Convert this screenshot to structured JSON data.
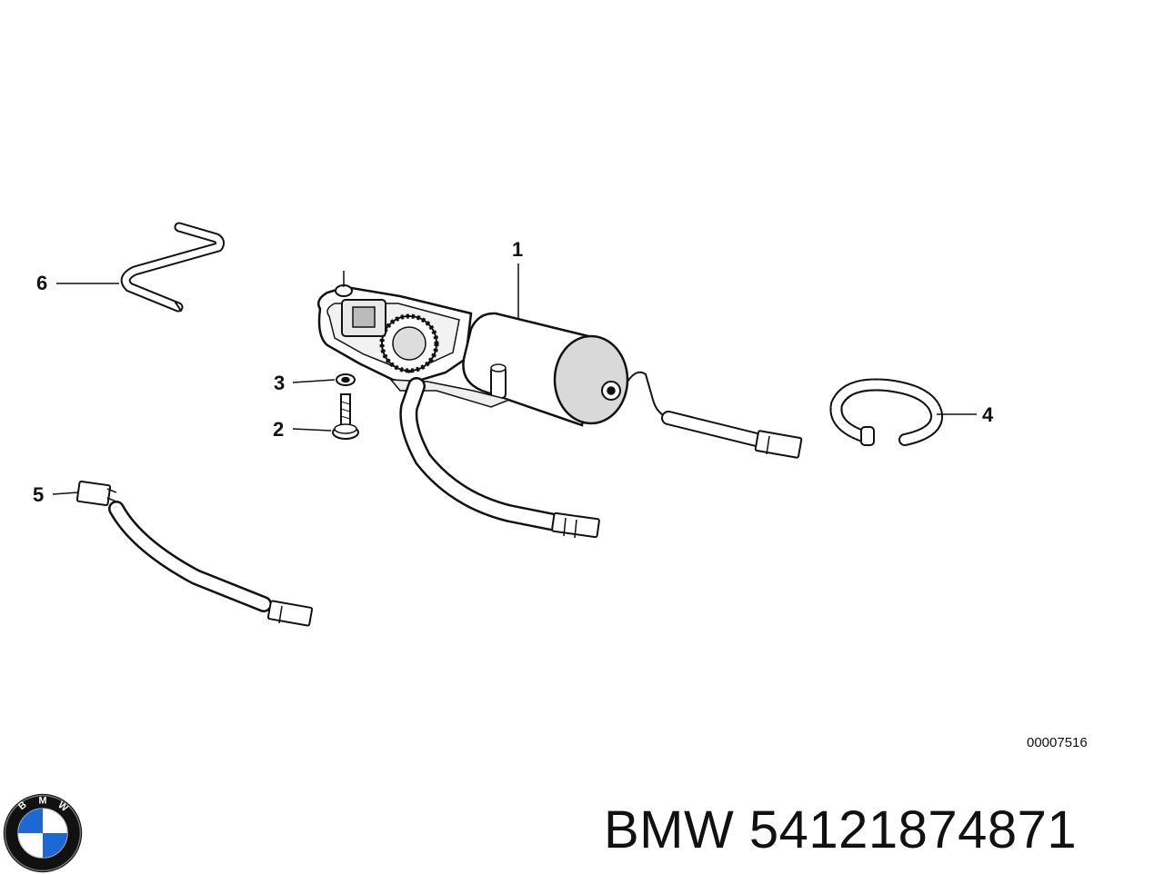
{
  "callouts": [
    {
      "id": "1",
      "label": "1"
    },
    {
      "id": "2",
      "label": "2"
    },
    {
      "id": "3",
      "label": "3"
    },
    {
      "id": "4",
      "label": "4"
    },
    {
      "id": "5",
      "label": "5"
    },
    {
      "id": "6",
      "label": "6"
    }
  ],
  "drawing_number": "00007516",
  "footer": {
    "brand": "BMW",
    "part_number": "54121874871",
    "title": "BMW 54121874871"
  },
  "logo": {
    "icon": "bmw-roundel-icon",
    "lettering": "BMW",
    "colors": {
      "blue": "#1c69d4",
      "white": "#ffffff",
      "black": "#111111"
    }
  }
}
